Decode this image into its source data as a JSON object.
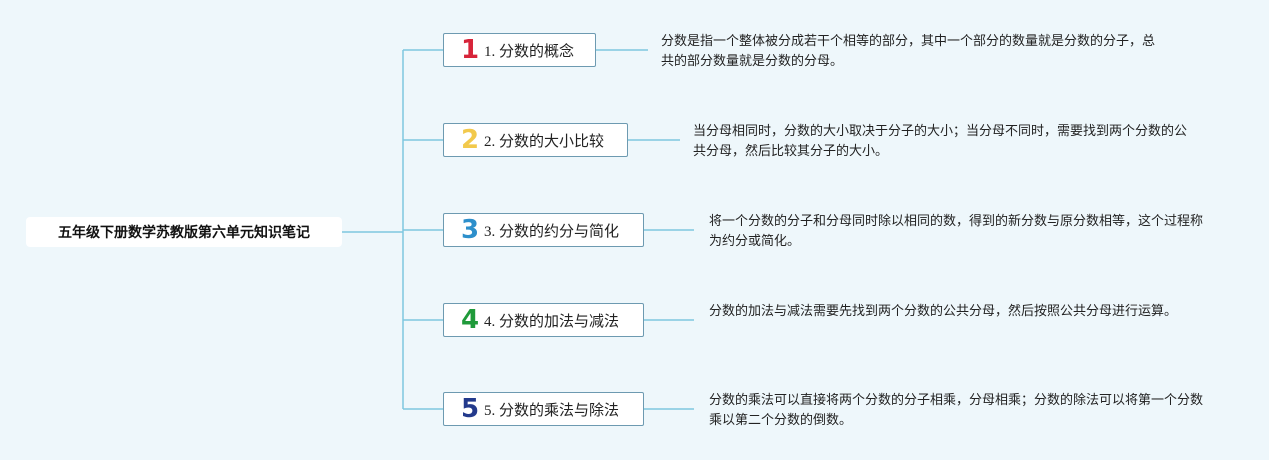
{
  "root": {
    "title": "五年级下册数学苏教版第六单元知识笔记"
  },
  "branches": [
    {
      "number": "1",
      "label": "1. 分数的概念",
      "color": "#d7243a",
      "description": "分数是指一个整体被分成若干个相等的部分，其中一个部分的数量就是分数的分子，总共的部分数量就是分数的分母。"
    },
    {
      "number": "2",
      "label": "2. 分数的大小比较",
      "color": "#f2c94c",
      "description": "当分母相同时，分数的大小取决于分子的大小；当分母不同时，需要找到两个分数的公共分母，然后比较其分子的大小。"
    },
    {
      "number": "3",
      "label": "3. 分数的约分与简化",
      "color": "#2d8fcb",
      "description": "将一个分数的分子和分母同时除以相同的数，得到的新分数与原分数相等，这个过程称为约分或简化。"
    },
    {
      "number": "4",
      "label": "4. 分数的加法与减法",
      "color": "#1f9a3a",
      "description": "分数的加法与减法需要先找到两个分数的公共分母，然后按照公共分母进行运算。"
    },
    {
      "number": "5",
      "label": "5. 分数的乘法与除法",
      "color": "#233a8c",
      "description": "分数的乘法可以直接将两个分数的分子相乘，分母相乘；分数的除法可以将第一个分数乘以第二个分数的倒数。"
    }
  ],
  "colors": {
    "background": "#eef7fb",
    "connector": "#7ec7e0",
    "node_border": "#6d9ab1"
  }
}
